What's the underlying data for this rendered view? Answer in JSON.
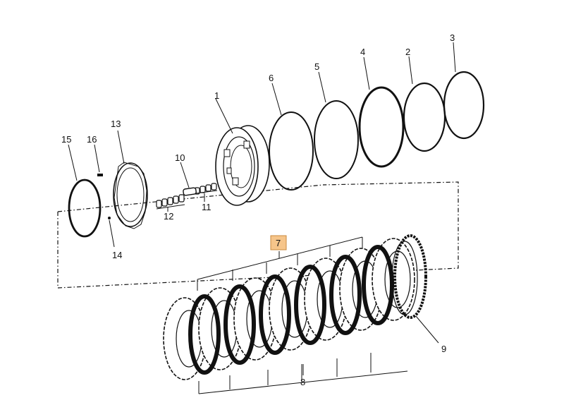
{
  "diagram": {
    "callouts": [
      {
        "id": "1",
        "label": "1"
      },
      {
        "id": "2",
        "label": "2"
      },
      {
        "id": "3",
        "label": "3"
      },
      {
        "id": "4",
        "label": "4"
      },
      {
        "id": "5",
        "label": "5"
      },
      {
        "id": "6",
        "label": "6"
      },
      {
        "id": "7",
        "label": "7"
      },
      {
        "id": "8",
        "label": "8"
      },
      {
        "id": "9",
        "label": "9"
      },
      {
        "id": "10",
        "label": "10"
      },
      {
        "id": "11",
        "label": "11"
      },
      {
        "id": "12",
        "label": "12"
      },
      {
        "id": "13",
        "label": "13"
      },
      {
        "id": "14",
        "label": "14"
      },
      {
        "id": "15",
        "label": "15"
      },
      {
        "id": "16",
        "label": "16"
      }
    ],
    "highlighted": "7",
    "colors": {
      "line": "#111111",
      "highlight": "#f6c58a"
    }
  }
}
